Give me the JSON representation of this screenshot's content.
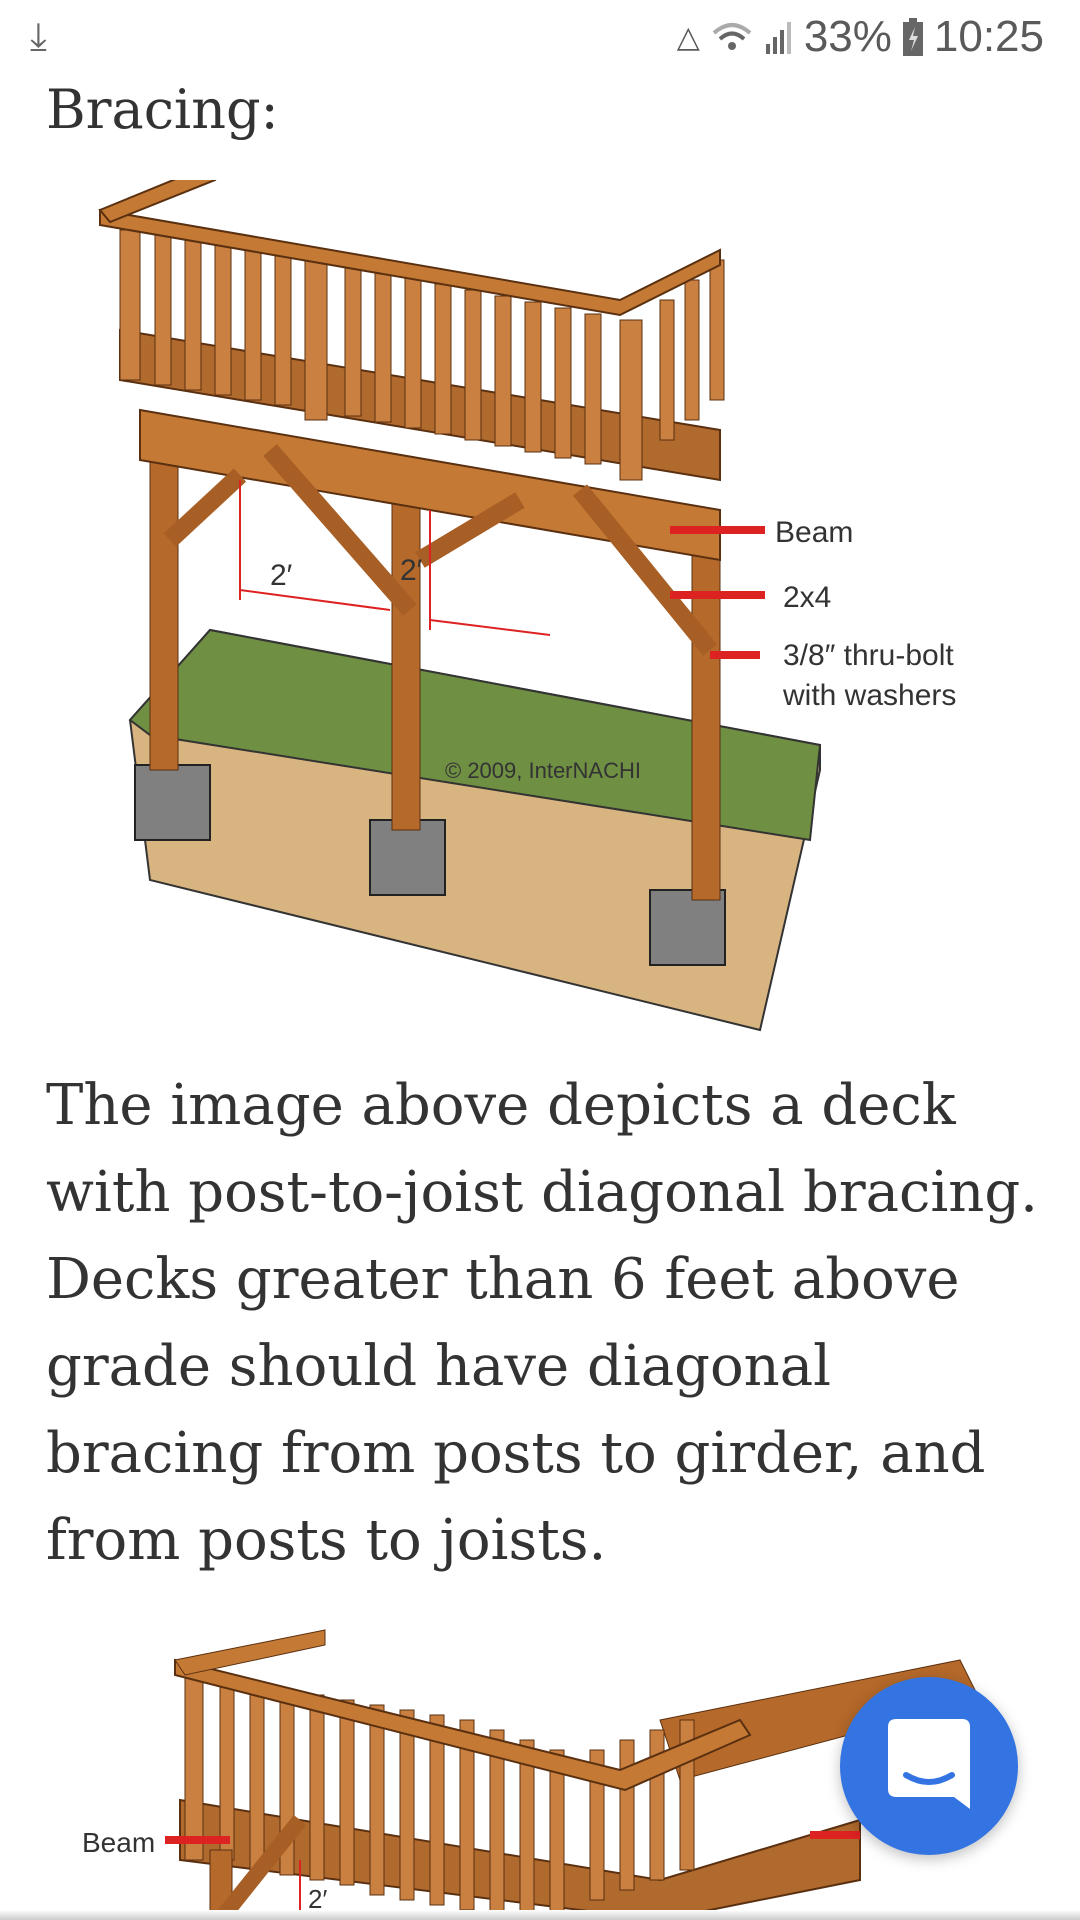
{
  "status_bar": {
    "download_icon": "download-icon",
    "battery_percent": "33%",
    "time": "10:25",
    "icons": [
      "data-saver-icon",
      "wifi-icon",
      "signal-icon",
      "battery-charging-icon"
    ]
  },
  "article": {
    "heading": "Bracing:",
    "figure1": {
      "labels": {
        "beam": "Beam",
        "two_by_four": "2x4",
        "bolt_line1": "3/8″ thru-bolt",
        "bolt_line2": "with washers",
        "dim_left": "2′",
        "dim_right": "2′",
        "copyright": "© 2009, InterNACHI"
      }
    },
    "paragraph": "The image above depicts a deck with post-to-joist diagonal bracing. Decks greater than 6 feet above grade should have diagonal bracing from posts to girder, and from posts to joists.",
    "figure2": {
      "labels": {
        "beam": "Beam",
        "dim": "2′"
      }
    }
  },
  "chat_button": {
    "icon": "chat-icon",
    "color": "#3374e2"
  }
}
